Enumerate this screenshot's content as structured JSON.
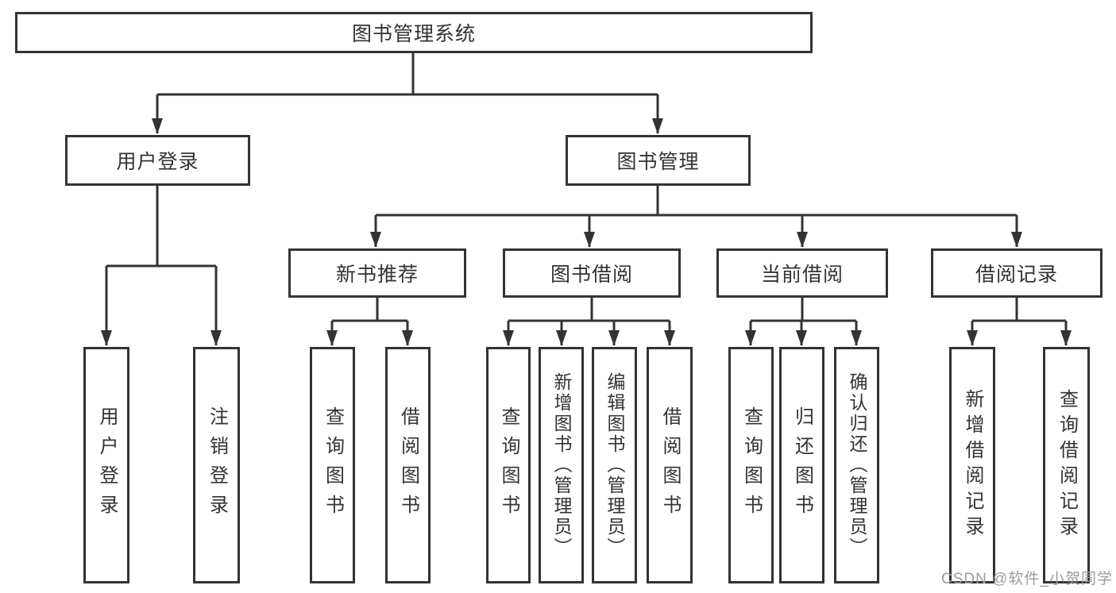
{
  "diagram": {
    "title": "图书管理系统",
    "nodes": {
      "root": "图书管理系统",
      "user_login": "用户登录",
      "book_management": "图书管理",
      "new_book_recommend": "新书推荐",
      "book_borrowing": "图书借阅",
      "current_borrowing": "当前借阅",
      "borrowing_records": "借阅记录",
      "leaf_user_login": "用户登录",
      "leaf_logout": "注销登录",
      "leaf_nb_query_books": "查询图书",
      "leaf_nb_borrow_books": "借阅图书",
      "leaf_bb_query_books": "查询图书",
      "leaf_bb_add_books": "新增图书（管理员）",
      "leaf_bb_edit_books": "编辑图书（管理员）",
      "leaf_bb_borrow_books": "借阅图书",
      "leaf_cb_query_books": "查询图书",
      "leaf_cb_return_books": "归还图书",
      "leaf_cb_confirm_return": "确认归还（管理员）",
      "leaf_br_add_record": "新增借阅记录",
      "leaf_br_query_record": "查询借阅记录"
    },
    "structure": {
      "图书管理系统": [
        "用户登录",
        "图书管理"
      ],
      "用户登录": [
        "用户登录",
        "注销登录"
      ],
      "图书管理": [
        "新书推荐",
        "图书借阅",
        "当前借阅",
        "借阅记录"
      ],
      "新书推荐": [
        "查询图书",
        "借阅图书"
      ],
      "图书借阅": [
        "查询图书",
        "新增图书（管理员）",
        "编辑图书（管理员）",
        "借阅图书"
      ],
      "当前借阅": [
        "查询图书",
        "归还图书",
        "确认归还（管理员）"
      ],
      "借阅记录": [
        "新增借阅记录",
        "查询借阅记录"
      ]
    },
    "colors": {
      "line": "#333333",
      "text": "#333333",
      "background": "#ffffff",
      "watermark_text": "#9b9b9b"
    }
  },
  "watermark": {
    "text": "CSDN @软件_小贺同学"
  }
}
